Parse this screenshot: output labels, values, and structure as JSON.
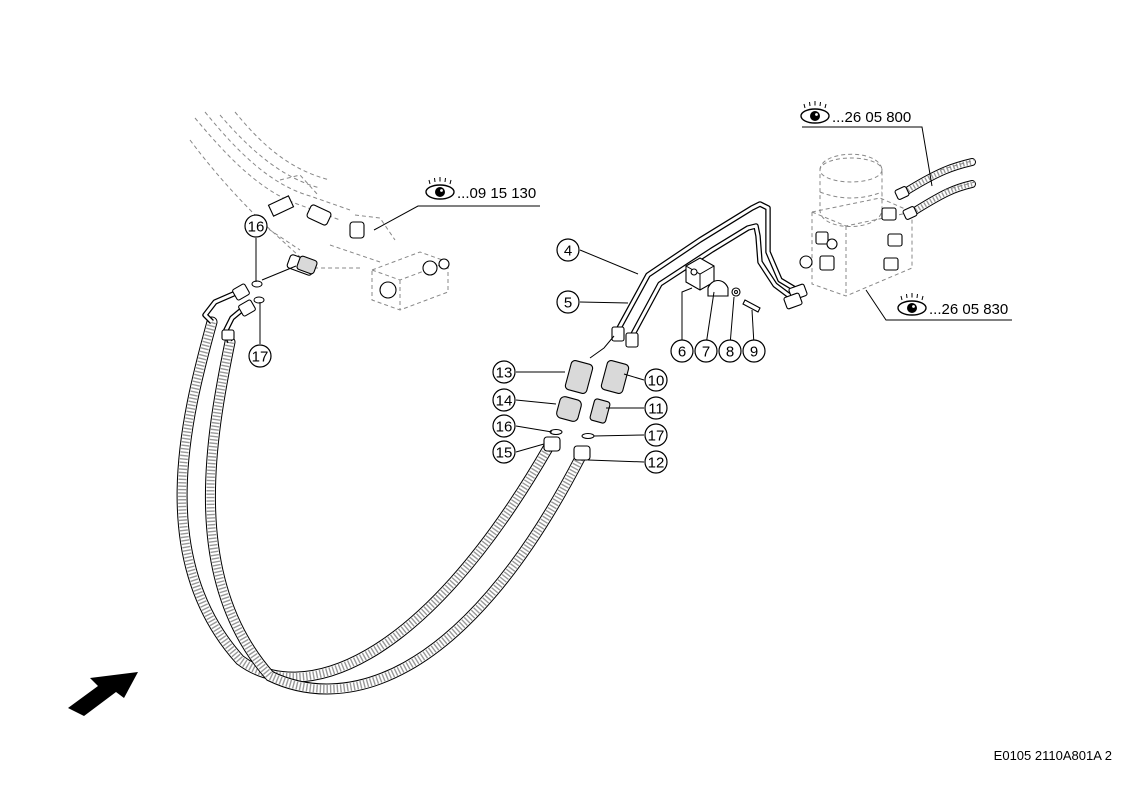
{
  "drawing_code": "E0105 2110A801A 2",
  "references": [
    {
      "id": "ref-09",
      "text": "...09 15 130"
    },
    {
      "id": "ref-26-800",
      "text": "...26 05 800"
    },
    {
      "id": "ref-26-830",
      "text": "...26 05 830"
    }
  ],
  "callouts": [
    "4",
    "5",
    "6",
    "7",
    "8",
    "9",
    "10",
    "11",
    "12",
    "13",
    "14",
    "15",
    "16",
    "17",
    "16",
    "17"
  ],
  "icons": {
    "eye": "eye-icon",
    "arrow": "direction-arrow-icon"
  }
}
